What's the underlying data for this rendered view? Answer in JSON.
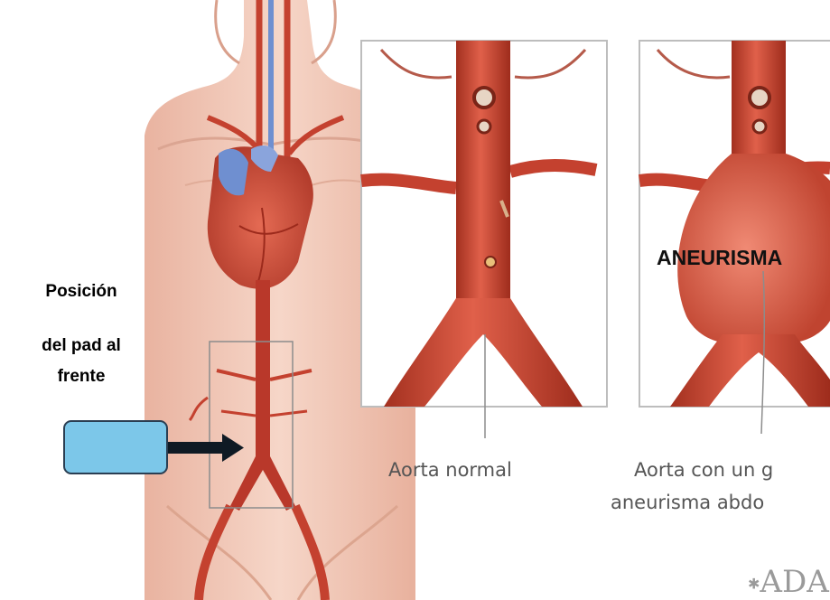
{
  "labels": {
    "position_line1": "Posición",
    "position_line2": "del pad al",
    "position_line3": "frente",
    "aneurisma": "ANEURISMA"
  },
  "captions": {
    "normal": "Aorta normal",
    "aneurysm_line1": "Aorta con un g",
    "aneurysm_line2": "aneurisma abdo"
  },
  "logo": {
    "text": "ADA"
  },
  "colors": {
    "skin": "#f1c7b5",
    "aorta": "#c4412f",
    "vein_blue": "#6f8fd0",
    "pad_fill": "#7cc7e9",
    "arrow": "#0f1a24"
  },
  "icons": {
    "pad": "rounded-rectangle",
    "arrow": "right-arrow-icon"
  }
}
